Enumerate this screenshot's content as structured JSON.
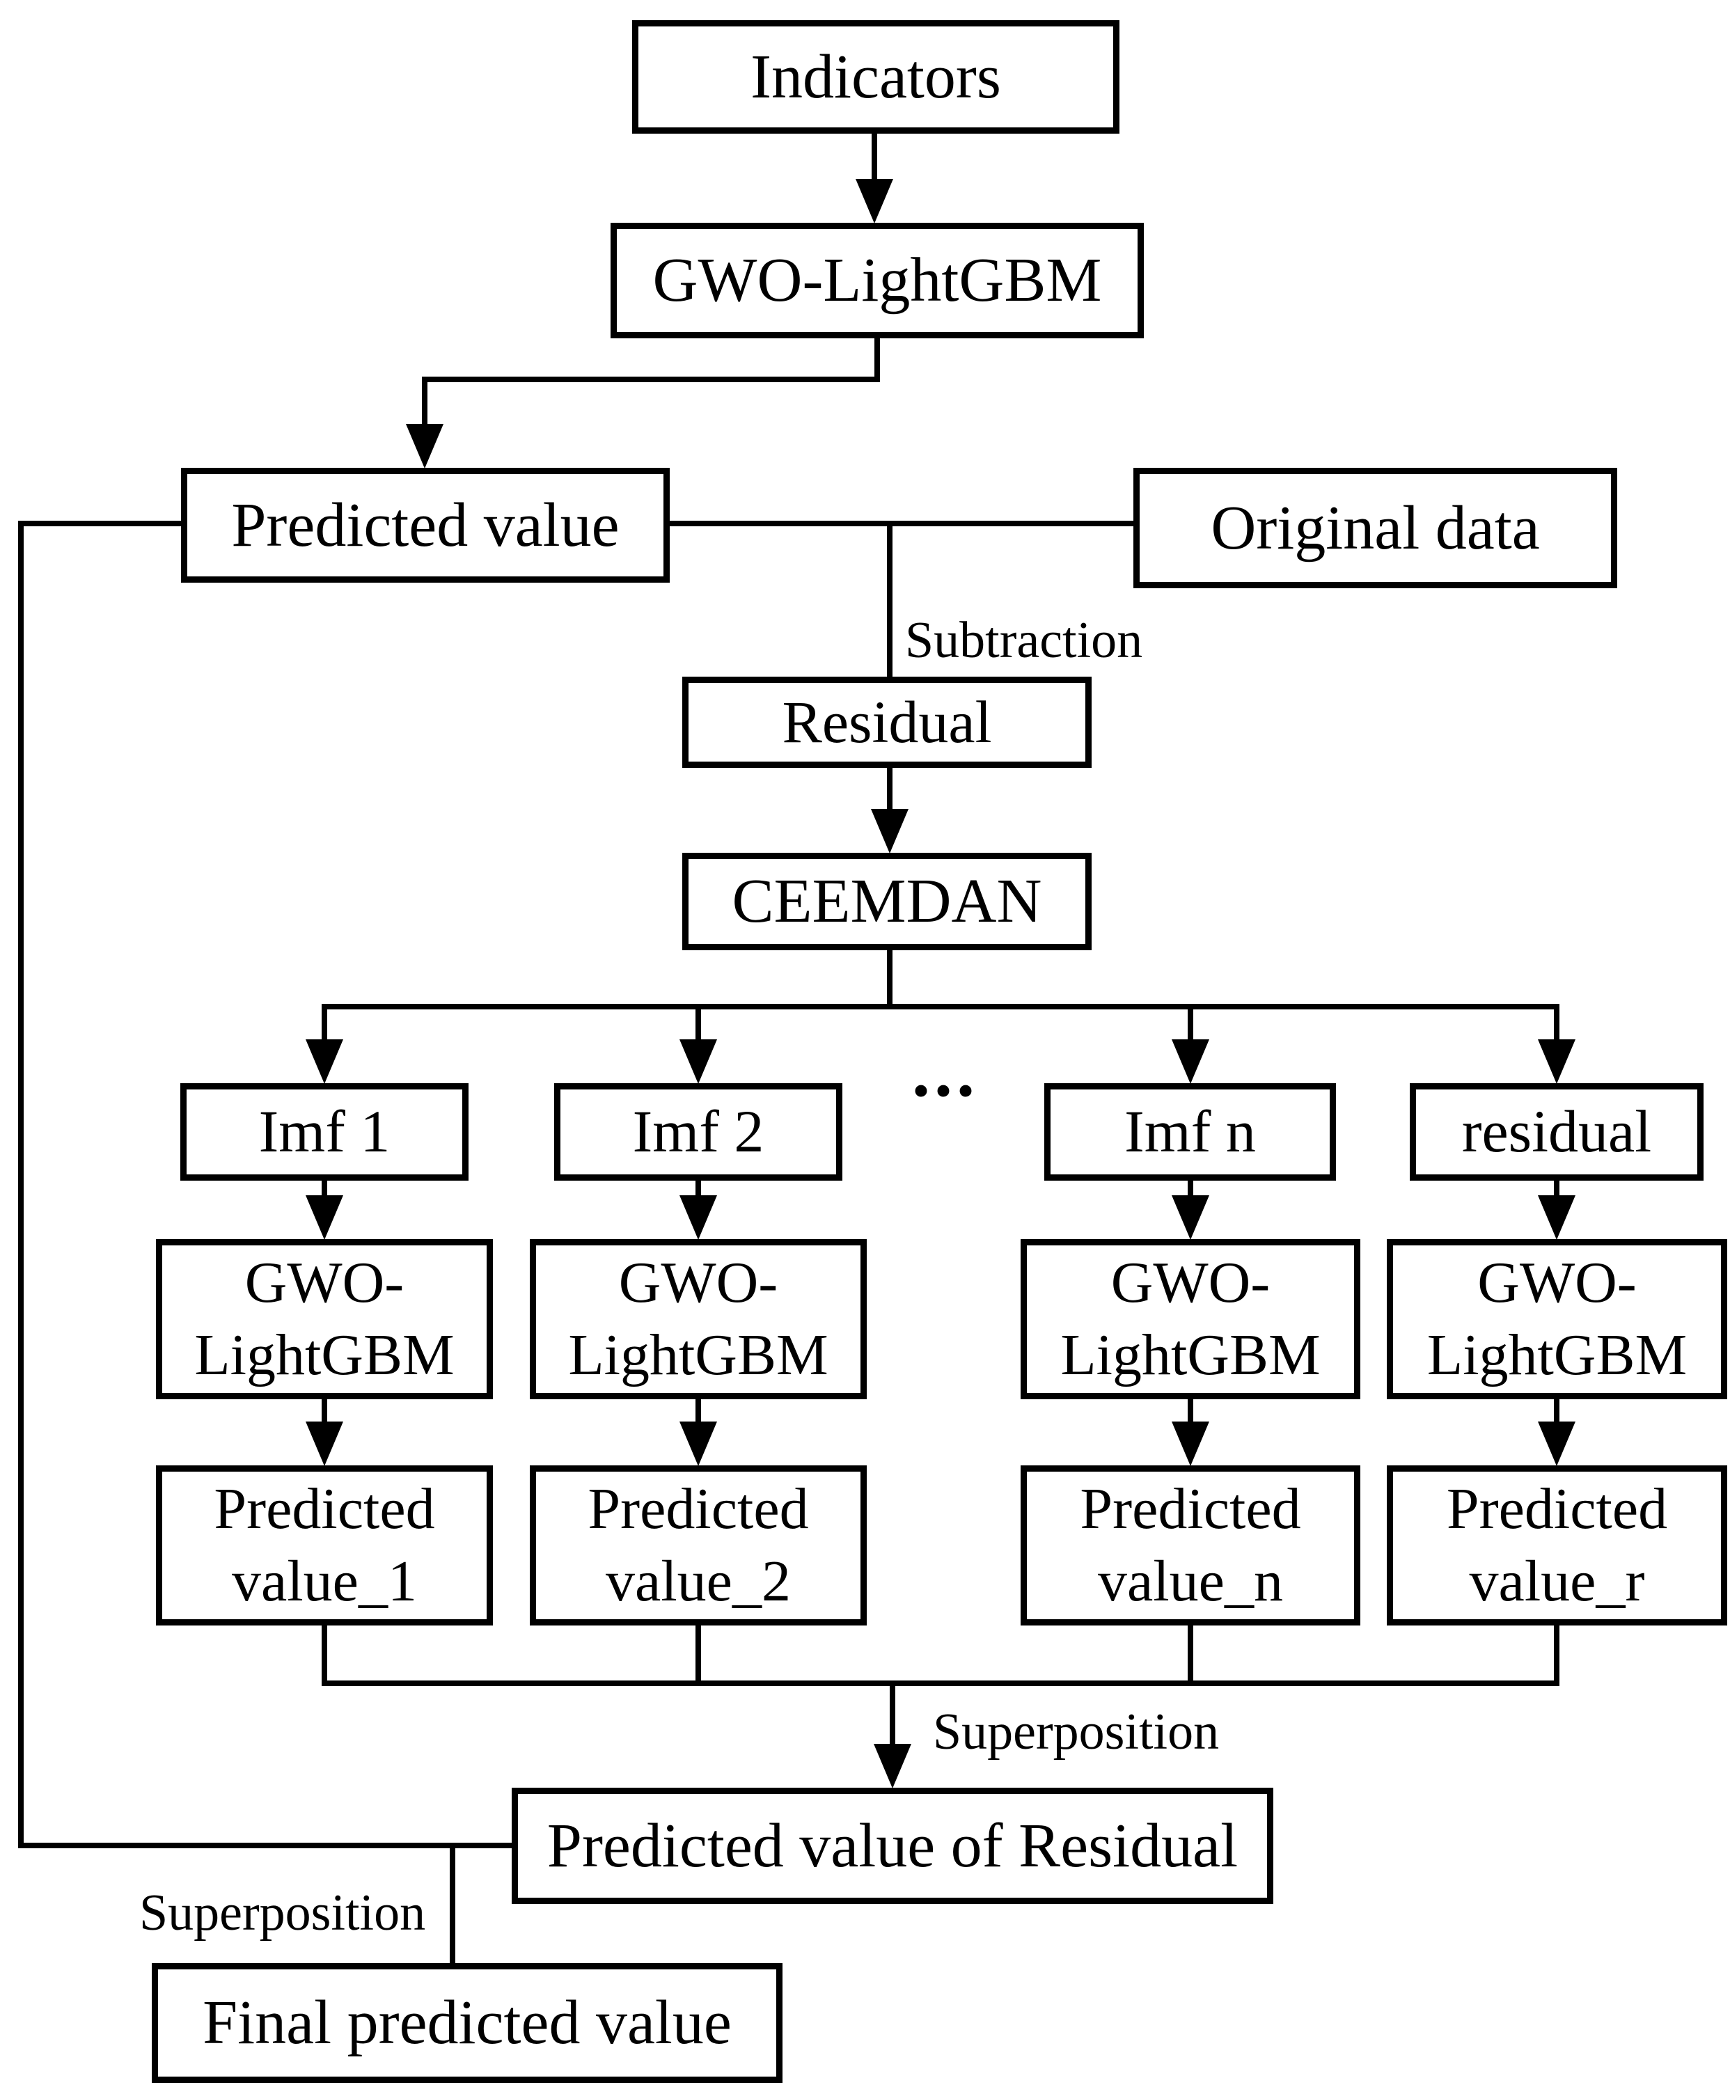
{
  "colors": {
    "line": "#000000",
    "background": "#ffffff",
    "text": "#000000"
  },
  "nodes": {
    "indicators": "Indicators",
    "gwo_top": "GWO-LightGBM",
    "predicted_value": "Predicted value",
    "original_data": "Original data",
    "residual": "Residual",
    "ceemdan": "CEEMDAN",
    "imf_1": "Imf 1",
    "imf_2": "Imf 2",
    "imf_n": "Imf n",
    "residual_component": "residual",
    "gwo_sub": {
      "line1": "GWO-",
      "line2": "LightGBM"
    },
    "predicted_1": {
      "line1": "Predicted",
      "line2": "value_1"
    },
    "predicted_2": {
      "line1": "Predicted",
      "line2": "value_2"
    },
    "predicted_n": {
      "line1": "Predicted",
      "line2": "value_n"
    },
    "predicted_r": {
      "line1": "Predicted",
      "line2": "value_r"
    },
    "predicted_value_of_residual": "Predicted value of Residual",
    "final_predicted_value": "Final predicted value"
  },
  "labels": {
    "subtraction": "Subtraction",
    "superposition_upper": "Superposition",
    "superposition_lower": "Superposition",
    "ellipsis": "..."
  }
}
